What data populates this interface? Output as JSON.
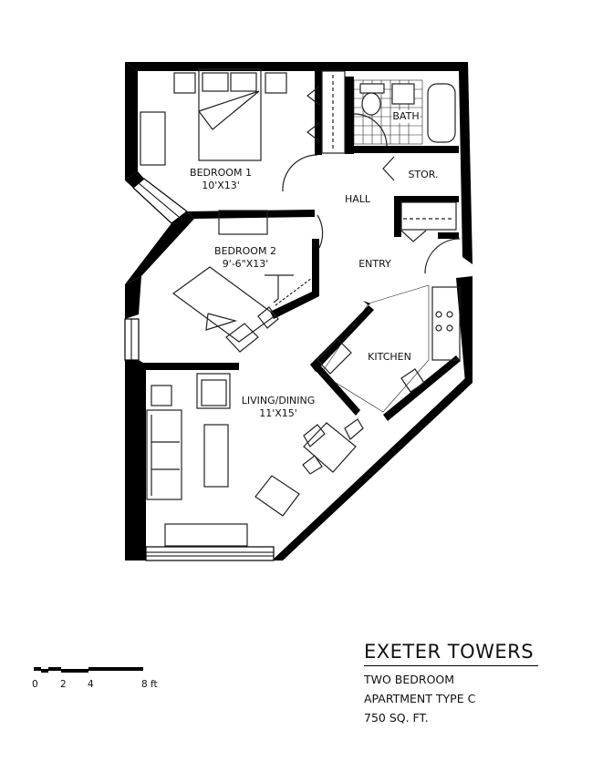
{
  "title_block": {
    "building": "EXETER TOWERS",
    "unit_type": "TWO BEDROOM",
    "apartment": "APARTMENT TYPE C",
    "area": "750 SQ. FT."
  },
  "scale_bar": {
    "ticks": [
      "0",
      "2",
      "4",
      "8 ft"
    ]
  },
  "rooms": {
    "bedroom1": {
      "name": "BEDROOM 1",
      "size": "10'X13'"
    },
    "bath": {
      "name": "BATH"
    },
    "stor": {
      "name": "STOR."
    },
    "hall": {
      "name": "HALL"
    },
    "bedroom2": {
      "name": "BEDROOM 2",
      "size": "9'-6\"X13'"
    },
    "entry": {
      "name": "ENTRY"
    },
    "kitchen": {
      "name": "KITCHEN"
    },
    "living": {
      "name": "LIVING/DINING",
      "size": "11'X15'"
    }
  },
  "colors": {
    "wall": "#000000",
    "line": "#222222",
    "background": "#ffffff"
  }
}
